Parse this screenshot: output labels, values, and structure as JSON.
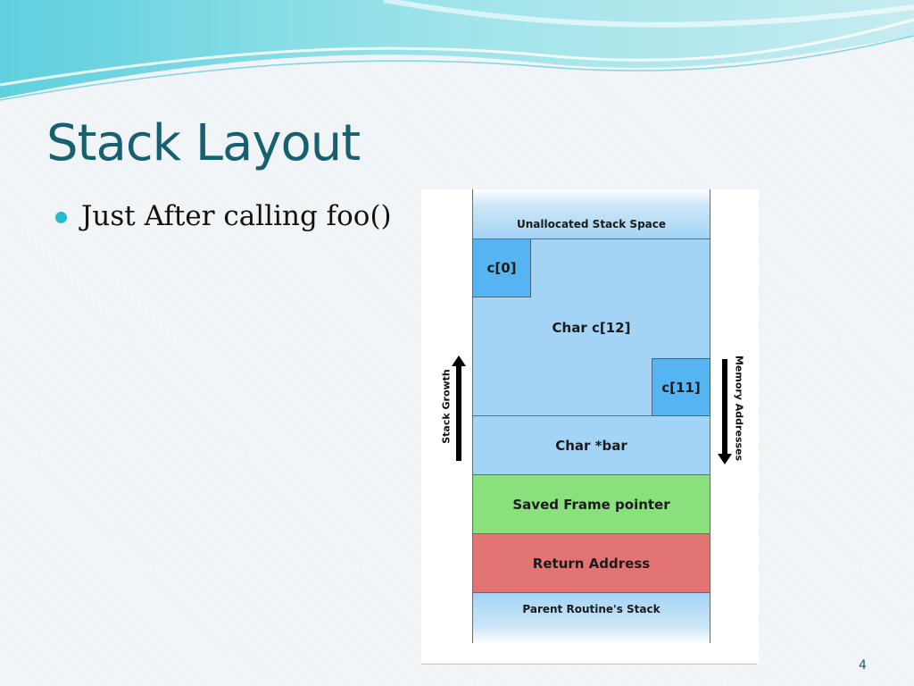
{
  "slide": {
    "title": "Stack Layout",
    "bullets": [
      "Just After calling foo()"
    ],
    "page_number": "4"
  },
  "diagram": {
    "rows": {
      "unallocated": "Unallocated Stack Space",
      "array": "Char c[12]",
      "bar": "Char *bar",
      "saved_fp": "Saved Frame pointer",
      "return_addr": "Return Address",
      "parent": "Parent Routine's Stack"
    },
    "cells": {
      "first": "c[0]",
      "last": "c[11]"
    },
    "labels": {
      "growth": "Stack Growth",
      "memory": "Memory Addresses"
    },
    "colors": {
      "light_blue": "#a3d4f5",
      "cell_blue": "#56b4f2",
      "green": "#89e07d",
      "red": "#e37474",
      "title_teal": "#17606f"
    }
  }
}
